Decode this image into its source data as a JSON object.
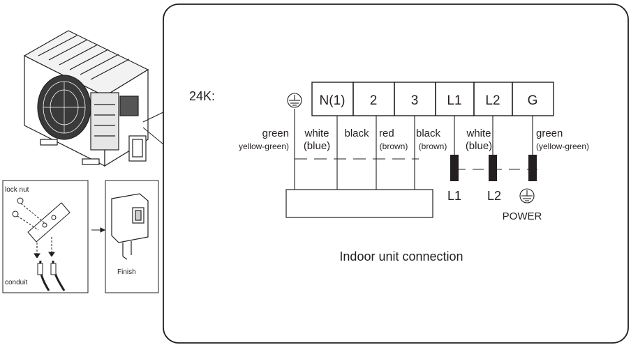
{
  "model_label": "24K:",
  "terminals": [
    "N(1)",
    "2",
    "3",
    "L1",
    "L2",
    "G"
  ],
  "wire_colors": [
    {
      "top": "green",
      "bottom": "yellow-green)"
    },
    {
      "top": "white",
      "bottom": "(blue)"
    },
    {
      "top": "black",
      "bottom": ""
    },
    {
      "top": "red",
      "bottom": "(brown)"
    },
    {
      "top": "black",
      "bottom": "(brown)"
    },
    {
      "top": "white",
      "bottom": "(blue)"
    },
    {
      "top": "green",
      "bottom": "(yellow-green)"
    }
  ],
  "power_labels": {
    "l1": "L1",
    "l2": "L2",
    "power": "POWER"
  },
  "caption": "Indoor unit connection",
  "left_panel": {
    "lock_nut": "lock nut",
    "conduit": "conduit",
    "finish": "Finish"
  },
  "colors": {
    "line": "#231f20",
    "background": "#ffffff"
  }
}
